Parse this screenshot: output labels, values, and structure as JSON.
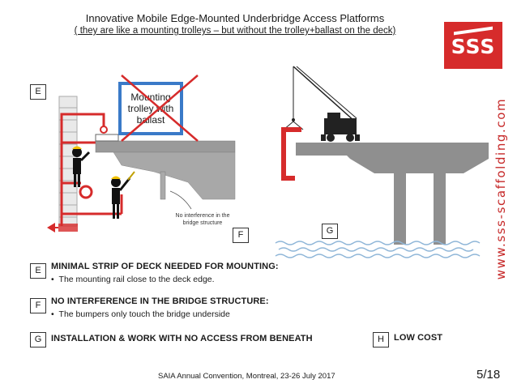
{
  "header": {
    "title": "Innovative Mobile Edge-Mounted Underbridge Access Platforms",
    "subtitle": "( they are like a mounting trolleys – but without the trolley+ballast on the deck)"
  },
  "logo": {
    "text": "SSS",
    "color": "#d62b2b"
  },
  "side_url": "www.sss-scaffolding.com",
  "diagram": {
    "label_e": "E",
    "label_f": "F",
    "label_g": "G",
    "mounting_box_text": "Mounting trolley with ballast",
    "note_text": "No interference in the bridge structure",
    "colors": {
      "platform_red": "#d62b2b",
      "box_blue": "#3a7ac8",
      "concrete": "#9a9a9a",
      "water": "#8fb6d8"
    }
  },
  "features": [
    {
      "letter": "E",
      "title": "MINIMAL STRIP OF DECK NEEDED FOR MOUNTING:",
      "bullet": "The mounting rail close to the deck edge."
    },
    {
      "letter": "F",
      "title": "NO INTERFERENCE IN THE BRIDGE STRUCTURE:",
      "bullet": "The bumpers only touch the bridge underside"
    },
    {
      "letter": "G",
      "title": "INSTALLATION & WORK WITH NO ACCESS FROM BENEATH",
      "bullet": ""
    },
    {
      "letter": "H",
      "title": "LOW COST",
      "bullet": ""
    }
  ],
  "bullet_symbol": "•",
  "footer": {
    "event": "SAIA Annual Convention, Montreal, 23-26 July 2017",
    "page": "5/18"
  }
}
